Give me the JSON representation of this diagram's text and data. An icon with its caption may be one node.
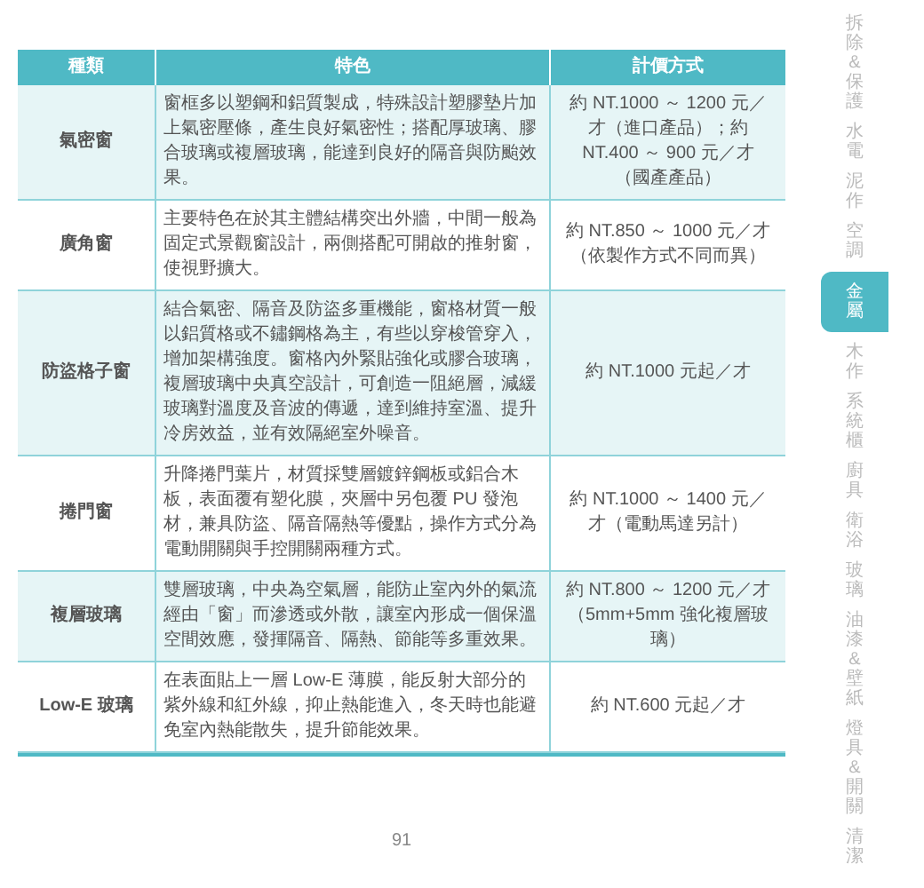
{
  "diagram": {
    "labels": [
      "種類",
      "特色",
      "計價方式",
      "氣密窗",
      "窗框多以塑鋼和鋁質製成，特殊設計塑膠墊片加上氣密壓條，產生良好氣密性；搭配厚玻璃、膠合玻璃或複層玻璃，能達到良好的隔音與防颱效果。",
      "約 NT.1000 ～ 1200 元／才（進口產品）；約 NT.400 ～ 900 元／才（國產產品）",
      "廣角窗",
      "主要特色在於其主體結構突出外牆，中間一般為固定式景觀窗設計，兩側搭配可開啟的推射窗，使視野擴大。",
      "約 NT.850 ～ 1000 元／才（依製作方式不同而異）",
      "防盜格子窗",
      "結合氣密、隔音及防盜多重機能，窗格材質一般以鋁質格或不鏽鋼格為主，有些以穿梭管穿入，增加架構強度。窗格內外緊貼強化或膠合玻璃，複層玻璃中央真空設計，可創造一阻絕層，減緩玻璃對溫度及音波的傳遞，達到維持室溫、提升冷房效益，並有效隔絕室外噪音。",
      "約 NT.1000 元起／才",
      "捲門窗",
      "升降捲門葉片，材質採雙層鍍鋅鋼板或鋁合木板，表面覆有塑化膜，夾層中另包覆 PU 發泡材，兼具防盜、隔音隔熱等優點，操作方式分為電動開關與手控開關兩種方式。",
      "約 NT.1000 ～ 1400 元／才（電動馬達另計）",
      "複層玻璃",
      "雙層玻璃，中央為空氣層，能防止室內外的氣流經由「窗」而滲透或外散，讓室內形成一個保溫空間效應，發揮隔音、隔熱、節能等多重效果。",
      "約 NT.800 ～ 1200 元／才（5mm+5mm 強化複層玻璃）",
      "Low-E 玻璃",
      "在表面貼上一層 Low-E 薄膜，能反射大部分的紫外線和紅外線，抑止熱能進入，冬天時也能避免室內熱能散失，提升節能效果。",
      "約 NT.600 元起／才",
      "拆除&保護",
      "水電",
      "泥作",
      "空調",
      "金屬",
      "木作",
      "系統櫃",
      "廚具",
      "衛浴",
      "玻璃",
      "油漆&壁紙",
      "燈具&開關",
      "清潔",
      "91"
    ]
  }
}
